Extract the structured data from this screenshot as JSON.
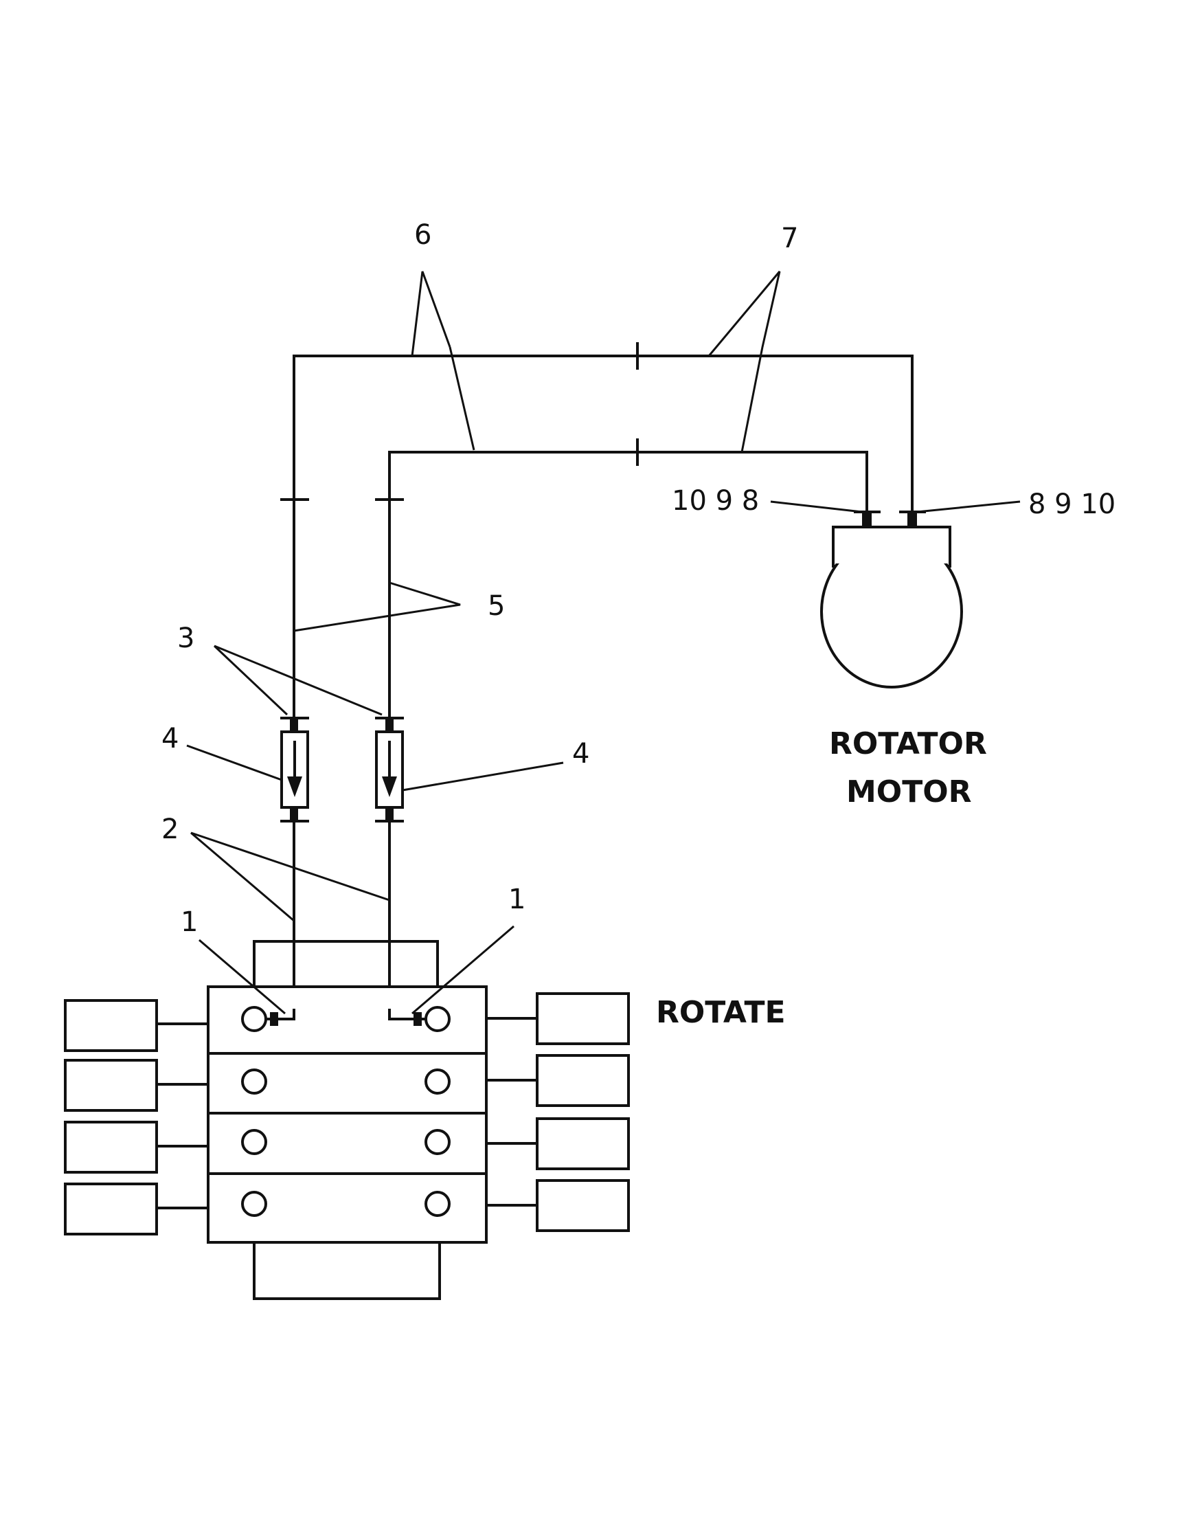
{
  "labels": {
    "rotator_motor_line1": "ROTATOR",
    "rotator_motor_line2": "MOTOR",
    "rotate": "ROTATE"
  },
  "callouts": {
    "c1_left": "1",
    "c1_right": "1",
    "c2": "2",
    "c3": "3",
    "c4_left": "4",
    "c4_right": "4",
    "c5": "5",
    "c6": "6",
    "c7": "7",
    "motor_left_fittings": "10  9  8",
    "motor_right_fittings": "8  9  10"
  },
  "colors": {
    "ink": "#111111",
    "paper": "#ffffff"
  }
}
